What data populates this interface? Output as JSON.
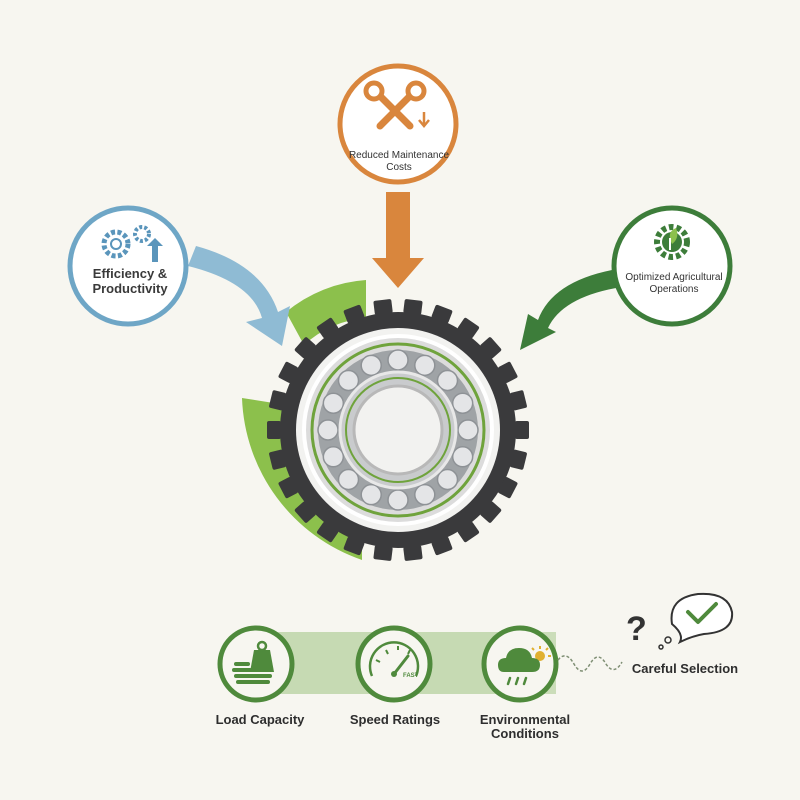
{
  "benefits": {
    "efficiency": {
      "label": "Efficiency & Productivity",
      "color": "#6ea6c6",
      "icon": "gears-up-icon"
    },
    "maintenance": {
      "label": "Reduced Maintenance Costs",
      "color": "#d9863d",
      "icon": "wrench-screwdriver-icon"
    },
    "agricultural": {
      "label": "Optimized Agricultural Operations",
      "color": "#3d7d3a",
      "icon": "gear-leaf-icon"
    }
  },
  "factors": [
    {
      "label": "Load Capacity",
      "icon": "weight-icon"
    },
    {
      "label": "Speed Ratings",
      "icon": "speedometer-icon",
      "gauge_text": "FAST"
    },
    {
      "label": "Environmental Conditions",
      "icon": "weather-icon"
    }
  ],
  "selection": {
    "question": "?",
    "label": "Careful Selection",
    "icon": "check-bubble-icon"
  },
  "colors": {
    "background": "#f7f6f0",
    "green_light": "#8cc04c",
    "green_dark": "#4f8a3c",
    "tire": "#3a3a3c"
  }
}
